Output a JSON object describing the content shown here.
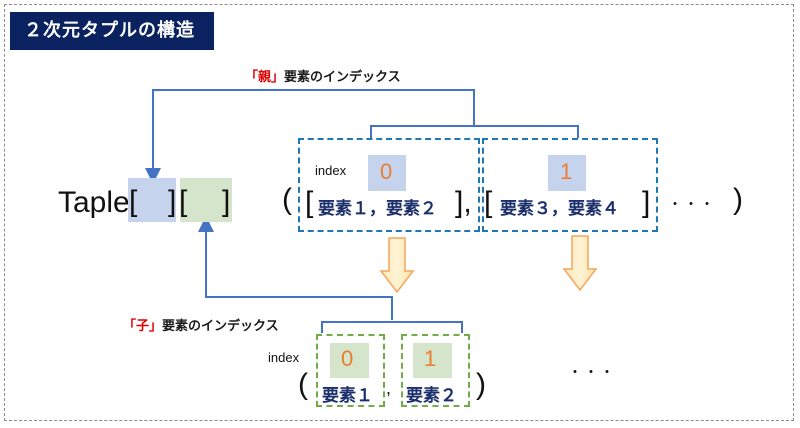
{
  "title": "２次元タプルの構造",
  "parent_label": {
    "open": "「",
    "word": "親",
    "close": "」",
    "rest": "要素のインデックス"
  },
  "child_label": {
    "open": "「",
    "word": "子",
    "close": "」",
    "rest": "要素のインデックス"
  },
  "expression": {
    "name": "Taple",
    "open_bracket": "[",
    "close_bracket": "]"
  },
  "outer_tuple": {
    "open_paren": "(",
    "close_paren": ")",
    "ellipsis": "・・・",
    "index_label": "index",
    "items": [
      {
        "index": "0",
        "open": "[",
        "content": "要素１，要素２",
        "close": "],"
      },
      {
        "index": "1",
        "open": "[",
        "content": "要素３，要素４",
        "close": "]"
      }
    ]
  },
  "inner_tuple": {
    "open_paren": "(",
    "close_paren": ")",
    "separator": ",",
    "index_label": "index",
    "ellipsis": "・・・",
    "items": [
      {
        "index": "0",
        "content": "要素１"
      },
      {
        "index": "1",
        "content": "要素２"
      }
    ]
  },
  "colors": {
    "title_bg": "#0b2260",
    "parent_highlight": "#c5d3ec",
    "child_highlight": "#d4e5cb",
    "index_number": "#ed7d31",
    "element_text": "#1b2f6b",
    "outer_box": "#1f77b4",
    "inner_box": "#70ad47",
    "connector": "#4472c4",
    "accent_red": "#e00000"
  }
}
